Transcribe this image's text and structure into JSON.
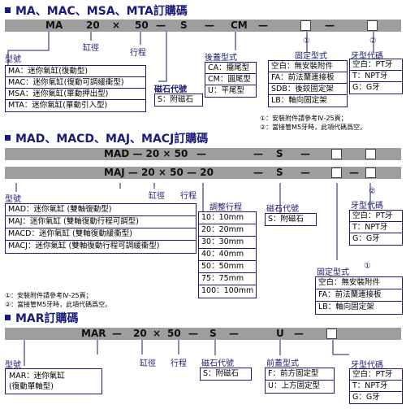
{
  "section1": {
    "title": "MA、MAC、MSA、MTA訂購碼",
    "code": {
      "model": "MA",
      "bore": "20",
      "x": "×",
      "stroke": "50",
      "dash1": "—",
      "magnet": "S",
      "dash2": "—",
      "cover": "CM",
      "dash3": "—",
      "dash4": "—"
    },
    "labels": {
      "model": "型號",
      "bore": "缸徑",
      "stroke": "行程",
      "magnet": "磁石代號",
      "cover": "後蓋型式",
      "mount": "固定型式",
      "thread": "牙型代碼",
      "c1": "①",
      "c2": "②"
    },
    "model_rows": [
      "MA：迷你氣缸(復動型)",
      "MAC：迷你氣缸(復動可調緩衝型)",
      "MSA：迷你氣缸(單動押出型)",
      "MTA：迷你氣缸(單動引入型)"
    ],
    "magnet_rows": [
      "S：附磁石"
    ],
    "cover_rows": [
      "CA：攏尾型",
      "CM：圓尾型",
      "U：平尾型"
    ],
    "mount_rows": [
      "空白：無安裝附件",
      "FA：前法蘭連接板",
      "SDB：後鉸固定架",
      "LB：軸向固定架"
    ],
    "thread_rows": [
      "空白：PT牙",
      "T：NPT牙",
      "G：G牙"
    ],
    "notes": [
      "①：安裝附件請參考Ⅳ-25頁；",
      "②：當接管M5牙時，此項代碼爲空。"
    ]
  },
  "section2": {
    "title": "MAD、MACD、MAJ、MACJ訂購碼",
    "code1": {
      "text": "MAD — 20 × 50",
      "dash1": "—",
      "dash2": "—",
      "s": "S",
      "dash3": "—"
    },
    "code2": {
      "text": "MAJ — 20 × 50 — 20",
      "dash1": "—",
      "s": "S",
      "dash2": "—",
      "dash3": "—"
    },
    "labels": {
      "model": "型號",
      "bore": "缸徑",
      "stroke": "行程",
      "adj": "調整行程",
      "magnet": "磁石代號",
      "mount": "固定型式",
      "thread": "牙型代碼",
      "c1": "①",
      "c2": "②"
    },
    "model_rows": [
      "MAD：迷你氣缸 (雙軸復動型)",
      "MAJ：迷你氣缸 (雙軸復動行程可調型)",
      "MACD：迷你氣缸 (雙軸復動緩衝型)",
      "MACJ：迷你氣缸 (雙軸復動行程可調緩衝型)"
    ],
    "adj_rows": [
      "10：10mm",
      "20：20mm",
      "30：30mm",
      "40：40mm",
      "50：50mm",
      "75：75mm",
      "100：100mm"
    ],
    "magnet_rows": [
      "S：附磁石"
    ],
    "mount_rows": [
      "空白：無安裝附件",
      "FA：前法蘭連接板",
      "LB：軸向固定架"
    ],
    "thread_rows": [
      "空白：PT牙",
      "T：NPT牙",
      "G：G牙"
    ],
    "notes": [
      "①：安裝附件請參考Ⅳ-25頁；",
      "②：當接管M5牙時，此項代碼爲空。"
    ]
  },
  "section3": {
    "title": "MAR訂購碼",
    "code": {
      "model": "MAR",
      "dash1": "—",
      "bore": "20",
      "x": "×",
      "stroke": "50",
      "dash2": "—",
      "s": "S",
      "dash3": "—",
      "u": "U",
      "dash4": "—"
    },
    "labels": {
      "model": "型號",
      "bore": "缸徑",
      "stroke": "行程",
      "magnet": "磁石代號",
      "front": "前蓋型式",
      "thread": "牙型代碼"
    },
    "model_rows": [
      "MAR：迷你氣缸",
      "(復動單軸型)"
    ],
    "magnet_rows": [
      "S：附磁石"
    ],
    "front_rows": [
      "F：前方固定型",
      "U：上方固定型"
    ],
    "thread_rows": [
      "空白：PT牙",
      "T：NPT牙",
      "G：G牙"
    ]
  }
}
